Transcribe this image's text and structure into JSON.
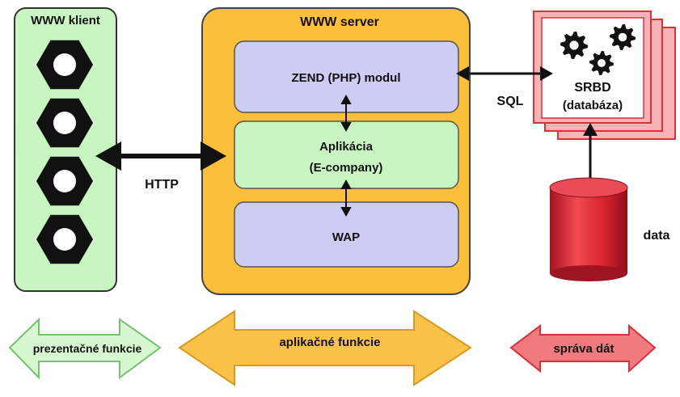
{
  "client": {
    "title": "WWW klient",
    "node_icon": "hexagon-nut-icon",
    "node_count": 4,
    "fill_color": "#c9f5c2"
  },
  "server": {
    "title": "WWW server",
    "fill_color": "#fbbf3a",
    "modules": [
      {
        "label": "ZEND (PHP) modul",
        "fill_color": "#cdcdf4"
      },
      {
        "label": "Aplikácia",
        "label2": "(E-company)",
        "fill_color": "#c9f5c2"
      },
      {
        "label": "WAP",
        "fill_color": "#cdcdf4"
      }
    ]
  },
  "database": {
    "label": "SRBD",
    "label2": "(databáza)",
    "icon": "gears-icon",
    "border_color": "#e0303a",
    "fill_color": "#f7b3b6"
  },
  "storage": {
    "label": "data",
    "icon": "cylinder-icon",
    "fill_color": "#d92a35"
  },
  "connections": {
    "http_label": "HTTP",
    "sql_label": "SQL"
  },
  "layers": [
    {
      "label": "prezentačné funkcie",
      "fill_color": "#d6f7cf"
    },
    {
      "label": "aplikačné funkcie",
      "fill_color": "#fbc24a"
    },
    {
      "label": "správa dát",
      "fill_color": "#f17a7f"
    }
  ]
}
